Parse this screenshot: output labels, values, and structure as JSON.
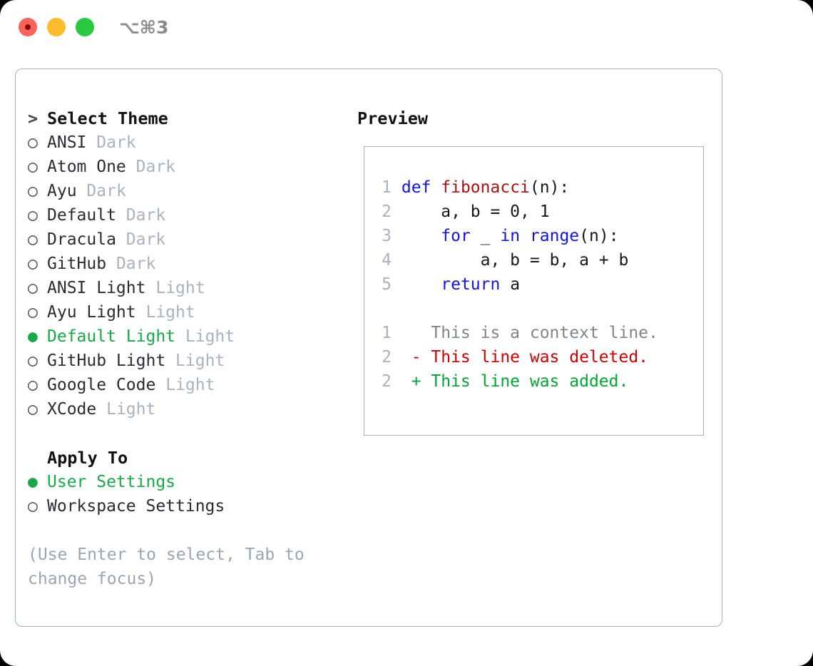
{
  "window": {
    "traffic_lights": [
      "close",
      "minimize",
      "maximize"
    ],
    "shortcut": "⌥⌘3",
    "colors": {
      "close": "#ff6159",
      "minimize": "#ffbd2e",
      "maximize": "#27c93f",
      "accent_green": "#17a948",
      "muted": "#a9b3bf",
      "border": "#a7b2c0"
    }
  },
  "theme_picker": {
    "header_marker": ">",
    "header_label": "Select Theme",
    "marker_selected": "●",
    "marker_unselected": "○",
    "items": [
      {
        "name": "ANSI",
        "category": "Dark",
        "selected": false
      },
      {
        "name": "Atom One",
        "category": "Dark",
        "selected": false
      },
      {
        "name": "Ayu",
        "category": "Dark",
        "selected": false
      },
      {
        "name": "Default",
        "category": "Dark",
        "selected": false
      },
      {
        "name": "Dracula",
        "category": "Dark",
        "selected": false
      },
      {
        "name": "GitHub",
        "category": "Dark",
        "selected": false
      },
      {
        "name": "ANSI Light",
        "category": "Light",
        "selected": false
      },
      {
        "name": "Ayu Light",
        "category": "Light",
        "selected": false
      },
      {
        "name": "Default Light",
        "category": "Light",
        "selected": true
      },
      {
        "name": "GitHub Light",
        "category": "Light",
        "selected": false
      },
      {
        "name": "Google Code",
        "category": "Light",
        "selected": false
      },
      {
        "name": "XCode",
        "category": "Light",
        "selected": false
      }
    ]
  },
  "apply_to": {
    "title": "Apply To",
    "options": [
      {
        "label": "User Settings",
        "selected": true
      },
      {
        "label": "Workspace Settings",
        "selected": false
      }
    ]
  },
  "hint": "(Use Enter to select, Tab to change focus)",
  "preview": {
    "title": "Preview",
    "code_lines": [
      {
        "no": "1",
        "tokens": [
          {
            "t": "def",
            "c": "kw"
          },
          {
            "t": " ",
            "c": "pl"
          },
          {
            "t": "fibonacci",
            "c": "fn"
          },
          {
            "t": "(n):",
            "c": "pl"
          }
        ]
      },
      {
        "no": "2",
        "tokens": [
          {
            "t": "    a, b = 0, 1",
            "c": "pl"
          }
        ]
      },
      {
        "no": "3",
        "tokens": [
          {
            "t": "    ",
            "c": "pl"
          },
          {
            "t": "for",
            "c": "kw"
          },
          {
            "t": " _ ",
            "c": "pl"
          },
          {
            "t": "in",
            "c": "kw"
          },
          {
            "t": " ",
            "c": "pl"
          },
          {
            "t": "range",
            "c": "kw"
          },
          {
            "t": "(n):",
            "c": "pl"
          }
        ]
      },
      {
        "no": "4",
        "tokens": [
          {
            "t": "        a, b = b, a + b",
            "c": "pl"
          }
        ]
      },
      {
        "no": "5",
        "tokens": [
          {
            "t": "    ",
            "c": "pl"
          },
          {
            "t": "return",
            "c": "kw"
          },
          {
            "t": " a",
            "c": "pl"
          }
        ]
      }
    ],
    "diff_lines": [
      {
        "no": "1",
        "sign": " ",
        "text": " This is a context line.",
        "kind": "diff-ctx"
      },
      {
        "no": "2",
        "sign": "-",
        "text": " This line was deleted.",
        "kind": "diff-del"
      },
      {
        "no": "2",
        "sign": "+",
        "text": " This line was added.",
        "kind": "diff-add"
      }
    ]
  }
}
